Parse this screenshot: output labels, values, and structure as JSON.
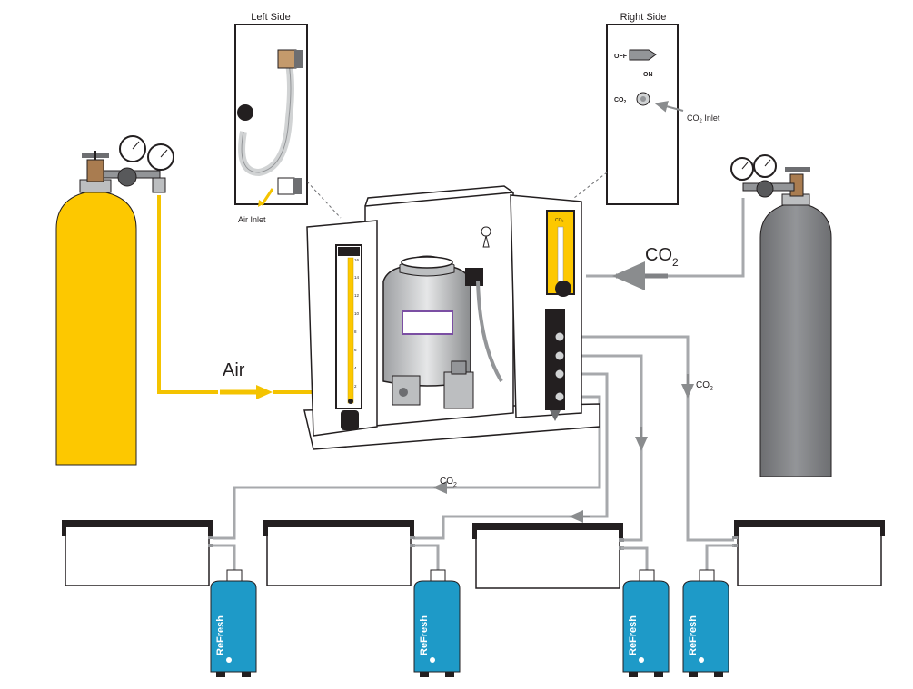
{
  "labels": {
    "left_side": "Left Side",
    "right_side": "Right Side",
    "air_inlet": "Air Inlet",
    "co2_inlet_prefix": "CO",
    "co2_inlet_sub": "2",
    "co2_inlet_suffix": " Inlet",
    "off": "OFF",
    "on": "ON",
    "co2_knob_prefix": "CO",
    "co2_knob_sub": "2",
    "air": "Air",
    "co2_big_prefix": "CO",
    "co2_big_sub": "2",
    "co2_line_prefix": "CO",
    "co2_line_sub": "2",
    "co2_small_prefix": "CO",
    "co2_small_sub": "2",
    "flowmeter_co2": "CO₂",
    "refresh_brand": "ReFresh"
  },
  "flowmeter_ticks": [
    "16",
    "14",
    "12",
    "10",
    "8",
    "6",
    "4",
    "2"
  ],
  "colors": {
    "air_line": "#f4c300",
    "co2_line": "#a7a9ac",
    "air_cylinder": "#fdc800",
    "co2_cylinder": "#808285",
    "refresh": "#1e9ac8",
    "outline": "#231f20",
    "machine_gray": "#bcbec0",
    "label_purple": "#7b4fa3"
  }
}
